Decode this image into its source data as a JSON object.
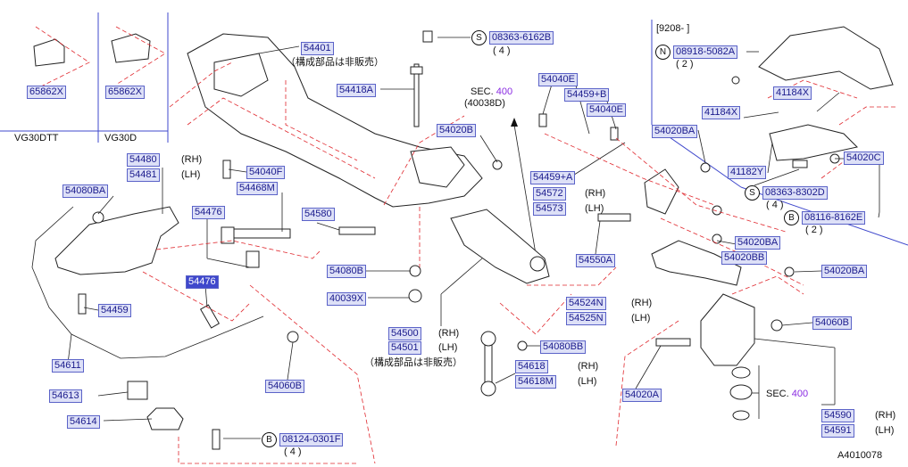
{
  "labels": {
    "p65862x_a": "65862X",
    "p65862x_b": "65862X",
    "p54401": "54401",
    "p54418a": "54418A",
    "p08363_6162b": "08363-6162B",
    "p54040e_a": "54040E",
    "p54459b": "54459+B",
    "p54040e_b": "54040E",
    "p54020ba_top": "54020BA",
    "p08918": "08918-5082A",
    "p41184x_a": "41184X",
    "p41184x_b": "41184X",
    "p54020b": "54020B",
    "p54480": "54480",
    "p54481": "54481",
    "p54040f": "54040F",
    "p54468m": "54468M",
    "p54080ba": "54080BA",
    "p54476_a": "54476",
    "p54580": "54580",
    "p54459a": "54459+A",
    "p54572": "54572",
    "p54573": "54573",
    "p41182y": "41182Y",
    "p54020c": "54020C",
    "p08363_8302d": "08363-8302D",
    "p08116": "08116-8162E",
    "p54020ba_mid": "54020BA",
    "p54020bb": "54020BB",
    "p54550a": "54550A",
    "p54080b": "54080B",
    "p40039x": "40039X",
    "p54476_b": "54476",
    "p54459": "54459",
    "p54020ba_right": "54020BA",
    "p54524n": "54524N",
    "p54525n": "54525N",
    "p54060b_right": "54060B",
    "p54500": "54500",
    "p54501": "54501",
    "p54080bb": "54080BB",
    "p54611": "54611",
    "p54618": "54618",
    "p54618m": "54618M",
    "p54060b_left": "54060B",
    "p54020a": "54020A",
    "p54613": "54613",
    "p54614": "54614",
    "p54590": "54590",
    "p54591": "54591",
    "p08124": "08124-0301F"
  },
  "texts": {
    "vg30dtt": "VG30DTT",
    "vg30d": "VG30D",
    "not_sold_1": "（構成部品は非販売）",
    "not_sold_2": "（構成部品は非販売）",
    "qty4_top": "( 4 )",
    "qty2_n": "( 2 )",
    "qty4_s": "( 4 )",
    "qty2_b": "( 2 )",
    "qty4_bottom": "( 4 )",
    "sec_prefix_top": "SEC.",
    "sec_num_top": "400",
    "sec_code_top": "(40038D)",
    "sec_prefix_bottom": "SEC.",
    "sec_num_bottom": "400",
    "date_range": "[9208-                  ]",
    "rh_1": "(RH)",
    "lh_1": "(LH)",
    "rh_2": "(RH)",
    "lh_2": "(LH)",
    "rh_3": "(RH)",
    "lh_3": "(LH)",
    "rh_4": "(RH)",
    "lh_4": "(LH)",
    "rh_5": "(RH)",
    "lh_5": "(LH)",
    "rh_6": "(RH)",
    "lh_6": "(LH)",
    "diagram_id": "A4010078"
  },
  "symbols": {
    "s_top": "S",
    "n_top": "N",
    "s_right": "S",
    "b_right": "B",
    "b_bottom": "B"
  }
}
